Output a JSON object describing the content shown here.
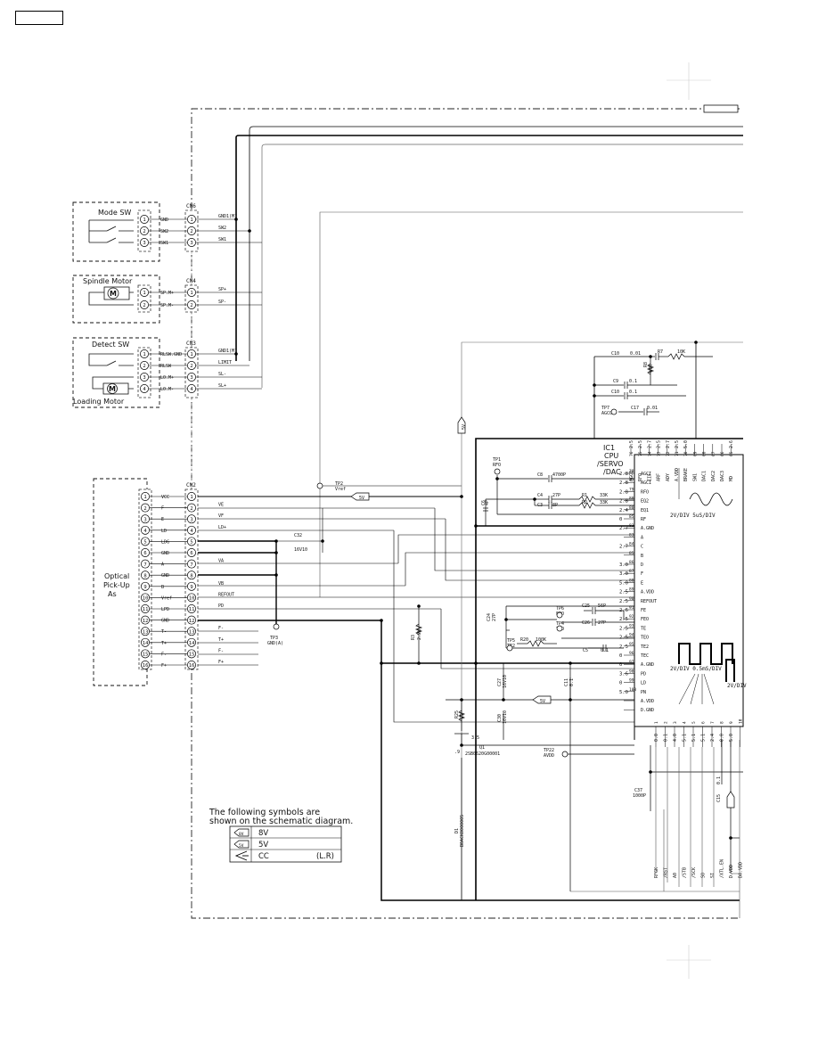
{
  "page_tag": "",
  "blocks": {
    "mode_sw": {
      "title": "Mode SW",
      "pins": [
        "1",
        "2",
        "3"
      ],
      "signals": [
        "GND",
        "SW2",
        "SW1"
      ]
    },
    "spindle_motor": {
      "title": "Spindle Motor",
      "pins": [
        "1",
        "2"
      ],
      "signals": [
        "SP.M+",
        "SP.M-"
      ],
      "motor": "M"
    },
    "detect_sw": {
      "title": "Detect SW",
      "pins": [
        "1",
        "2",
        "3",
        "4"
      ],
      "signals": [
        "RLSW.GND",
        "RLSW",
        "LO.M+",
        "LO.M-"
      ],
      "motor": "M"
    },
    "loading_motor": {
      "title": "Loading Motor"
    },
    "pickup": {
      "title": [
        "Optical",
        "Pick-Up",
        "As"
      ],
      "pins": [
        "1",
        "2",
        "3",
        "4",
        "5",
        "6",
        "7",
        "8",
        "9",
        "10",
        "11",
        "12",
        "13",
        "14",
        "15",
        "16"
      ],
      "signals": [
        "VCC",
        "F",
        "E",
        "LD",
        "LDG",
        "GND",
        "A",
        "GND",
        "B",
        "Vref",
        "LPD",
        "GND",
        "T-",
        "T+",
        "F-",
        "F+"
      ]
    }
  },
  "connectors": {
    "cn6": {
      "label": "CN6",
      "pins": [
        "1",
        "2",
        "3"
      ],
      "nets": [
        "GND1(M)",
        "SW2",
        "SW1"
      ]
    },
    "cn4": {
      "label": "CN4",
      "pins": [
        "1",
        "2"
      ],
      "nets": [
        "SP+",
        "SP-"
      ]
    },
    "cn3": {
      "label": "CN3",
      "pins": [
        "1",
        "2",
        "3",
        "4"
      ],
      "nets": [
        "GND1(M)",
        "LIMIT",
        "SL-",
        "SL+"
      ]
    },
    "cn2": {
      "label": "CN2",
      "pins": [
        "1",
        "2",
        "3",
        "4",
        "5",
        "6",
        "7",
        "8",
        "9",
        "10",
        "11",
        "12",
        "13",
        "14",
        "15",
        "16"
      ],
      "nets": [
        "",
        "VE",
        "VF",
        "LD+",
        "",
        "",
        "VA",
        "",
        "VB",
        "REFOUT",
        "PD",
        "",
        "F-",
        "T+",
        "F-",
        "F+"
      ]
    }
  },
  "ic1": {
    "ref": "IC1",
    "desc": [
      "CPU",
      "/SERVO",
      "/DAC"
    ],
    "left_pins": [
      {
        "v": "2.8",
        "n": "78",
        "s": "AGCI"
      },
      {
        "v": "2.8",
        "n": "77",
        "s": "AGCI"
      },
      {
        "v": "2.8",
        "n": "79",
        "s": "RFO"
      },
      {
        "v": "2.8",
        "n": "80",
        "s": "EQ2"
      },
      {
        "v": "2.4",
        "n": "80",
        "s": "EQ1"
      },
      {
        "v": "0",
        "n": "85",
        "s": "RF"
      },
      {
        "v": "2.7",
        "n": "83",
        "s": "A.GND"
      },
      {
        "v": "",
        "n": "83",
        "s": "A"
      },
      {
        "v": "2.7",
        "n": "84",
        "s": "C"
      },
      {
        "v": "",
        "n": "85",
        "s": "B"
      },
      {
        "v": "3.0",
        "n": "86",
        "s": "D"
      },
      {
        "v": "3.0",
        "n": "87",
        "s": "F"
      },
      {
        "v": "5.0",
        "n": "88",
        "s": "E"
      },
      {
        "v": "2.5",
        "n": "89",
        "s": "A.VDD"
      },
      {
        "v": "2.5",
        "n": "90",
        "s": "REFOUT"
      },
      {
        "v": "2.6",
        "n": "91",
        "s": "FE"
      },
      {
        "v": "2.5",
        "n": "92",
        "s": "FEO"
      },
      {
        "v": "2.5",
        "n": "93",
        "s": "TE"
      },
      {
        "v": "2.5",
        "n": "94",
        "s": "TEO"
      },
      {
        "v": "2.5",
        "n": "95",
        "s": "TE2"
      },
      {
        "v": "0",
        "n": "96",
        "s": "TEC"
      },
      {
        "v": "0",
        "n": "97",
        "s": "A.GND"
      },
      {
        "v": "3.6",
        "n": "98",
        "s": "PD"
      },
      {
        "v": "0",
        "n": "99",
        "s": "LD"
      },
      {
        "v": "5.0",
        "n": "100",
        "s": "PN"
      },
      {
        "v": "",
        "n": "",
        "s": "A.VDD"
      },
      {
        "v": "",
        "n": "",
        "s": "D.GND"
      }
    ],
    "top_pins": [
      {
        "n": "76",
        "v": "2.5",
        "s": "AGCO"
      },
      {
        "n": "75",
        "v": "2.5",
        "s": "RFO"
      },
      {
        "n": "74",
        "v": "2.7",
        "s": "IIF"
      },
      {
        "n": "73",
        "v": "2.5",
        "s": "ARF"
      },
      {
        "n": "72",
        "v": "2.7",
        "s": "ADY"
      },
      {
        "n": "71",
        "v": "2.5",
        "s": "A.VDD"
      },
      {
        "n": "70",
        "v": "5.0",
        "s": "BRAKE"
      },
      {
        "n": "69",
        "v": "",
        "s": "SW1"
      },
      {
        "n": "68",
        "v": "",
        "s": "DAC1"
      },
      {
        "n": "67",
        "v": "",
        "s": "DAC2"
      },
      {
        "n": "66",
        "v": "",
        "s": "DAC3"
      },
      {
        "n": "65",
        "v": "2.6",
        "s": "MD"
      }
    ],
    "bottom_pins": [
      {
        "n": "1",
        "v": "0.0",
        "s": "RFGK"
      },
      {
        "n": "2",
        "v": "0.1",
        "s": "/RST"
      },
      {
        "n": "3",
        "v": "4.0",
        "s": "A0"
      },
      {
        "n": "4",
        "v": "5.1",
        "s": "/STB"
      },
      {
        "n": "5",
        "v": "5.1",
        "s": "/SCK"
      },
      {
        "n": "6",
        "v": "5.1",
        "s": "SO"
      },
      {
        "n": "7",
        "v": "2.4",
        "s": "SI"
      },
      {
        "n": "8",
        "v": "0.0",
        "s": "/XTL.EN"
      },
      {
        "n": "9",
        "v": "5.0",
        "s": "D.VDD"
      },
      {
        "n": "10",
        "v": "",
        "s": "DA.VDD"
      }
    ]
  },
  "components": {
    "c10_top": {
      "ref": "C10",
      "val": "0.01"
    },
    "r7": {
      "ref": "R7",
      "val": "10K"
    },
    "r8": {
      "ref": "R8",
      "val": "47K"
    },
    "c9": {
      "ref": "C9",
      "val": "0.1"
    },
    "c10": {
      "ref": "C10",
      "val": "0.1"
    },
    "c17": {
      "ref": "C17",
      "val": "0.01"
    },
    "c8": {
      "ref": "C8",
      "val": "4700P"
    },
    "c4": {
      "ref": "C4",
      "val": "27P"
    },
    "r1": {
      "ref": "R1",
      "val": "33K"
    },
    "c3": {
      "ref": "C3",
      "val": "8P"
    },
    "r2": {
      "ref": "R2",
      "val": "33K"
    },
    "c6": {
      "ref": "C6",
      "val": "4P"
    },
    "c32": {
      "ref": "C32",
      "val": "16V10"
    },
    "c25": {
      "ref": "C25",
      "val": "56P"
    },
    "c24": {
      "ref": "C24",
      "val": "27P"
    },
    "c26": {
      "ref": "C26",
      "val": "27P"
    },
    "r3": {
      "ref": "R3",
      "val": "2.2K"
    },
    "r20": {
      "ref": "R20",
      "val": "100K"
    },
    "c5": {
      "ref": "C5",
      "val": "0.1"
    },
    "c27": {
      "ref": "C27",
      "val": "16V10"
    },
    "c11": {
      "ref": "C11",
      "val": "0.1"
    },
    "c30": {
      "ref": "C30",
      "val": "16V10"
    },
    "r25": {
      "ref": "R25",
      "val": "22"
    },
    "q1": {
      "ref": "Q1",
      "val": "2SB0620G00001"
    },
    "d1": {
      "ref": "D1",
      "val": "B0ACK0000005"
    },
    "c37": {
      "ref": "C37",
      "val": "1000P"
    },
    "c15": {
      "ref": "C15",
      "val": "0.1"
    }
  },
  "testpoints": {
    "tp2": {
      "ref": "TP2",
      "net": "Vref"
    },
    "tp1": {
      "ref": "TP1",
      "net": "RFO"
    },
    "tp7": {
      "ref": "TP7",
      "net": "AGCO"
    },
    "tp3": {
      "ref": "TP3",
      "net": "GND(A)"
    },
    "tp6": {
      "ref": "TP6",
      "net": "FEO"
    },
    "tp4": {
      "ref": "TP4",
      "net": "TEO"
    },
    "tp5": {
      "ref": "TP5",
      "net": "TE2"
    },
    "tp22": {
      "ref": "TP22",
      "net": "AVDD"
    }
  },
  "supply_tags": {
    "v5": "5V",
    "v8": "8V"
  },
  "voltages": {
    "q1_b": "3.5",
    "q1_e": ".9"
  },
  "waveforms": {
    "w1": "2V/DIV 5uS/DIV",
    "w2": "2V/DIV 0.5mS/DIV",
    "w3": "2V/DIV"
  },
  "legend": {
    "heading": [
      "The following symbols are",
      "shown on the schematic diagram."
    ],
    "rows": [
      {
        "sym": "8V",
        "text": "8V",
        "note": ""
      },
      {
        "sym": "5V",
        "text": "5V",
        "note": ""
      },
      {
        "sym": "arrow",
        "text": "CC",
        "note": "(L.R)"
      }
    ]
  },
  "colors": {
    "line": "#000000",
    "dash": "#222222",
    "light": "#8a8a8a"
  }
}
